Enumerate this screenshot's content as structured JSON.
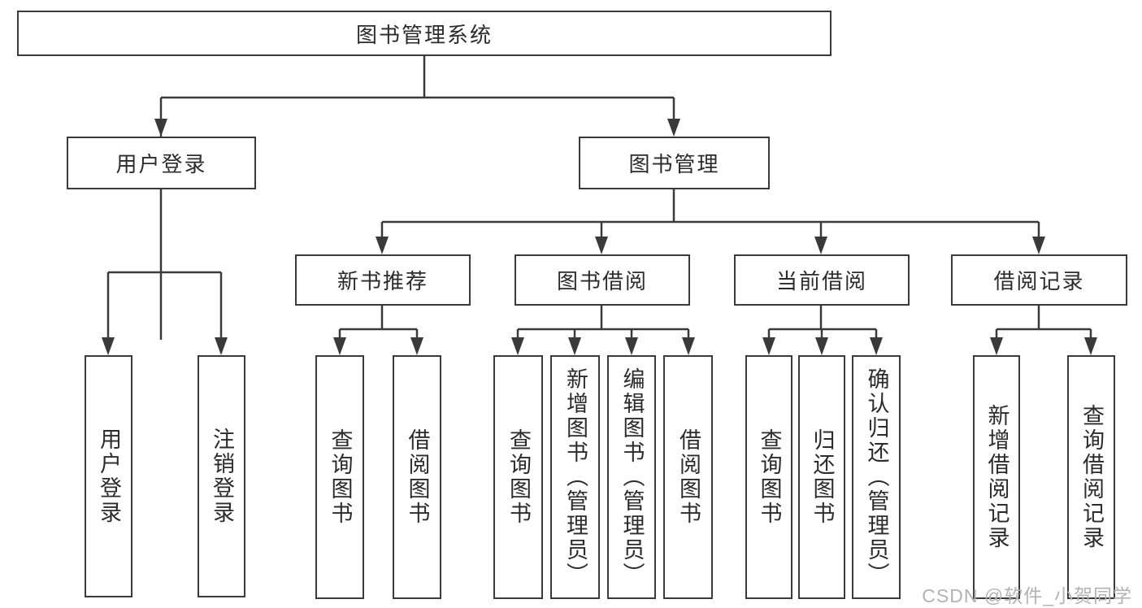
{
  "diagram": {
    "title": "图书管理系统",
    "colors": {
      "line": "#3a3a3a",
      "text": "#2b2b2b",
      "background": "#ffffff",
      "watermark": "#b3b3b3"
    },
    "root": {
      "label": "图书管理系统"
    },
    "user_login": {
      "label": "用户登录",
      "children": [
        {
          "label": "用户登录"
        },
        {
          "label": "注销登录"
        }
      ]
    },
    "book_mgmt": {
      "label": "图书管理",
      "groups": [
        {
          "label": "新书推荐",
          "children": [
            {
              "label": "查询图书"
            },
            {
              "label": "借阅图书"
            }
          ]
        },
        {
          "label": "图书借阅",
          "children": [
            {
              "label": "查询图书"
            },
            {
              "label": "新增图书（管理员）"
            },
            {
              "label": "编辑图书（管理员）"
            },
            {
              "label": "借阅图书"
            }
          ]
        },
        {
          "label": "当前借阅",
          "children": [
            {
              "label": "查询图书"
            },
            {
              "label": "归还图书"
            },
            {
              "label": "确认归还（管理员）"
            }
          ]
        },
        {
          "label": "借阅记录",
          "children": [
            {
              "label": "新增借阅记录"
            },
            {
              "label": "查询借阅记录"
            }
          ]
        }
      ]
    }
  },
  "watermark": "CSDN @软件_小贺同学"
}
